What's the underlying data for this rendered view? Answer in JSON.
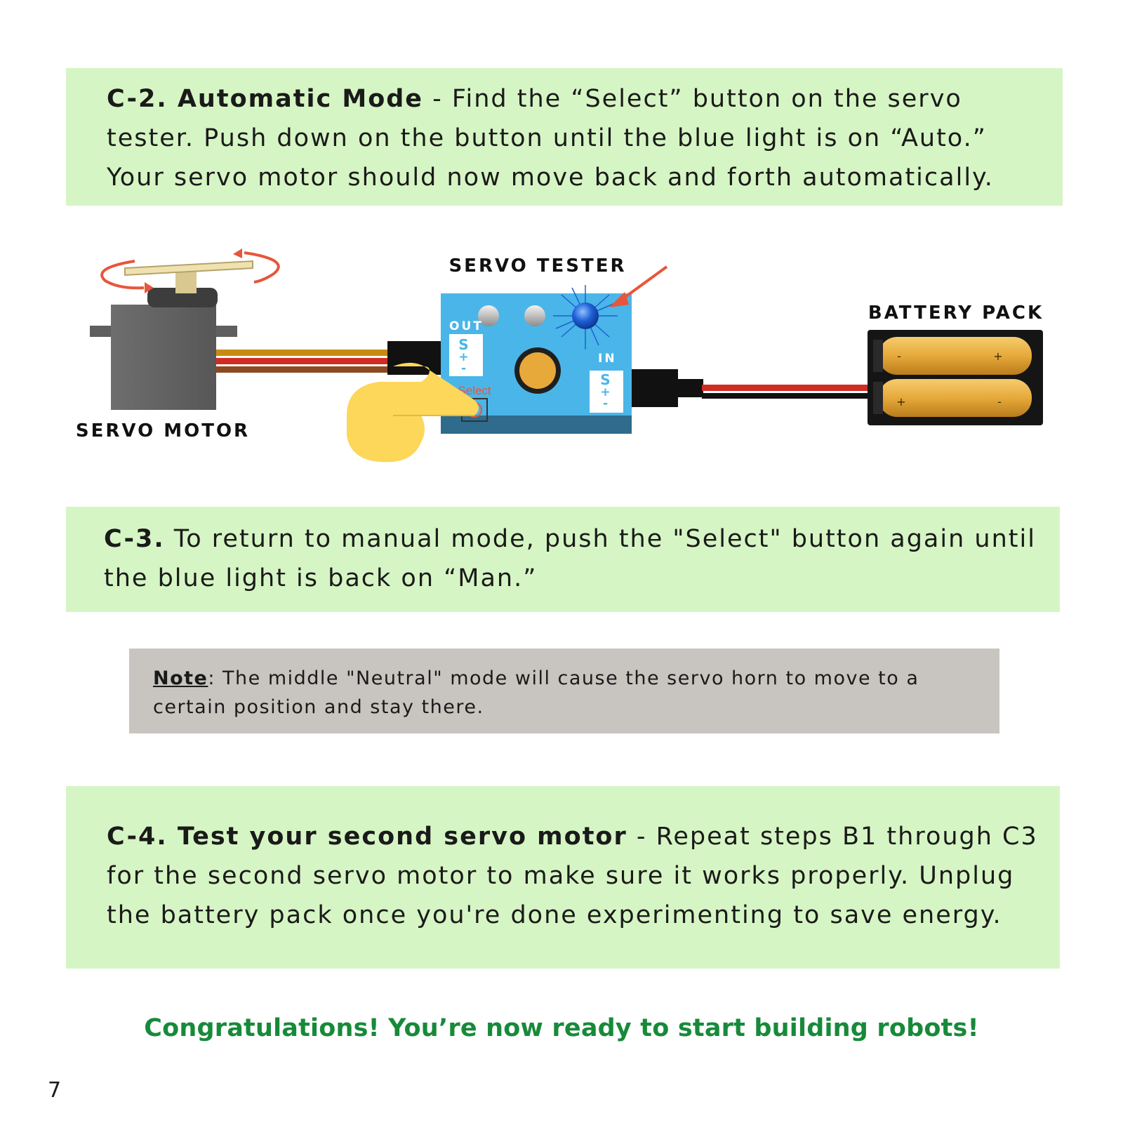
{
  "steps": {
    "c2": {
      "heading": "C-2. Automatic Mode",
      "body": " - Find the “Select” button on the servo tester. Push down on the button until the blue light is on “Auto.” Your servo motor should now move back and forth automatically."
    },
    "c3": {
      "heading": "C-3.",
      "body": " To return to manual mode, push the \"Select\" button again until the blue light is back on “Man.”"
    },
    "note": {
      "label": "Note",
      "body": ": The middle \"Neutral\" mode will cause the servo horn to move to a certain position and stay there."
    },
    "c4": {
      "heading": "C-4. Test your second servo motor",
      "body": " - Repeat steps B1 through C3 for the second servo motor to make sure it works properly. Unplug the battery pack once you're done experimenting to save energy."
    }
  },
  "diagram": {
    "servo_tester_label": "SERVO TESTER",
    "servo_motor_label": "SERVO MOTOR",
    "battery_pack_label": "BATTERY PACK",
    "out_label": "OUT",
    "in_label": "IN",
    "pin_s": "S",
    "pin_plus": "+",
    "pin_minus": "-",
    "select_label": "Select",
    "battery_plus": "+",
    "battery_minus": "-"
  },
  "congrats": "Congratulations! You’re now ready to start building robots!",
  "page_number": "7",
  "colors": {
    "step_background": "#d6f5c4",
    "note_background": "#c8c5c1",
    "congrats_text": "#178a3a",
    "tester_body": "#4ab5e8",
    "led_blue": "#1f5fd6",
    "arrow_red": "#e8553b"
  },
  "icons": [
    "pointing-hand-icon",
    "rotation-arrow-icon",
    "pointer-arrow-icon"
  ]
}
